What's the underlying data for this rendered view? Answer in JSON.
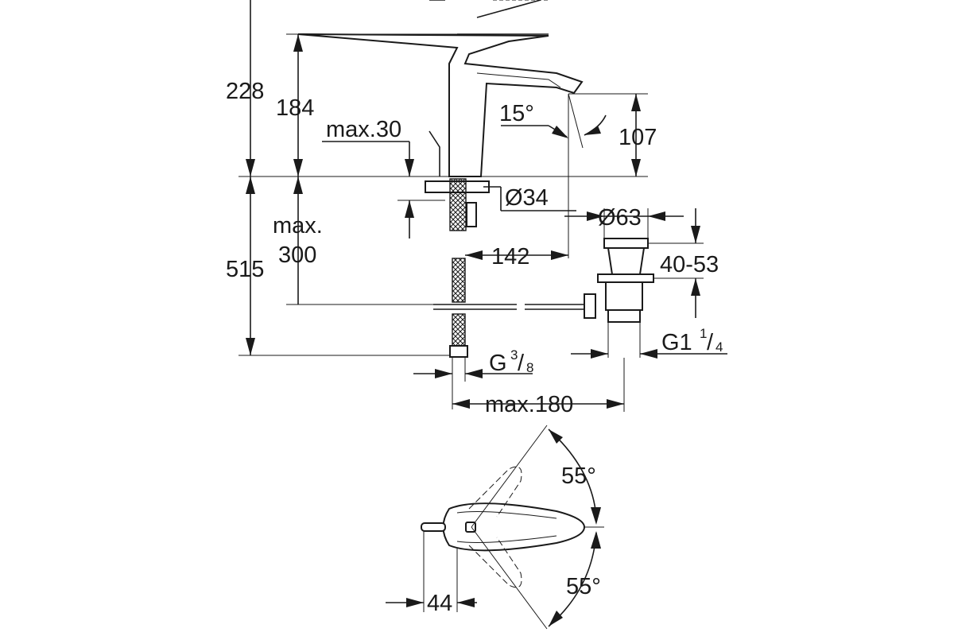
{
  "dimensions": {
    "overall_height": "228",
    "spout_height": "184",
    "max_deck_thickness": "max.30",
    "spout_angle": "15°",
    "spout_outlet_height": "107",
    "hole_diameter": "Ø34",
    "max_tail": "max.",
    "max_tail_value": "300",
    "hose_length": "515",
    "waste_diameter": "Ø63",
    "projection": "142",
    "waste_range": "40-53",
    "inlet_thread": "G",
    "inlet_thread_num": "3",
    "inlet_thread_den": "8",
    "waste_thread": "G1",
    "waste_thread_num": "1",
    "waste_thread_den": "4",
    "max_waste_offset": "max.180",
    "handle_angle_top": "55°",
    "handle_angle_bottom": "55°",
    "handle_offset": "44"
  }
}
